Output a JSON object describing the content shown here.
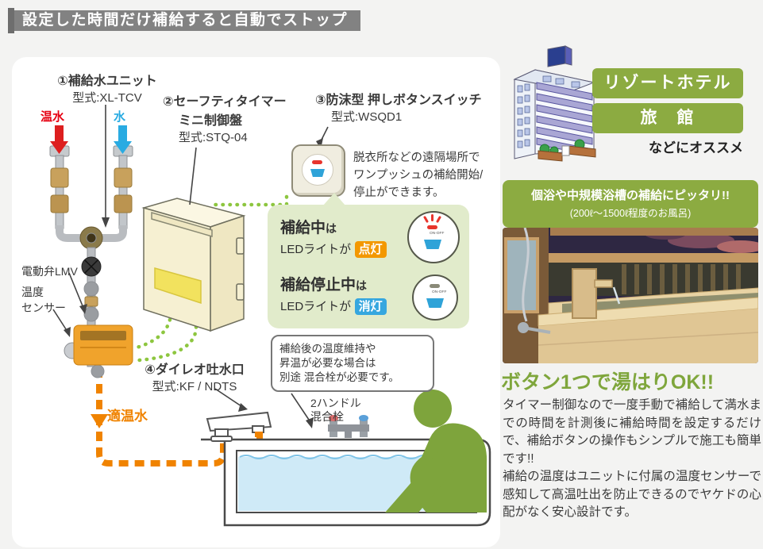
{
  "header": {
    "title": "設定した時間だけ補給すると自動でストップ"
  },
  "diagram": {
    "unit_label_line1": "①補給水ユニット",
    "unit_label_line2": "型式:XL-TCV",
    "hot_water_label": "温水",
    "cold_water_label": "水",
    "motor_valve_label": "電動弁LMV",
    "temp_sensor_label_line1": "温度",
    "temp_sensor_label_line2": "センサー",
    "timer_label_line1": "②セーフティタイマー",
    "timer_label_line2": "ミニ制御盤",
    "timer_label_line3": "型式:STQ-04",
    "switch_label_line1": "③防沫型 押しボタンスイッチ",
    "switch_label_line2": "型式:WSQD1",
    "switch_note_lines": [
      "脱衣所などの遠隔場所で",
      "ワンプッシュの補給開始/",
      "停止ができます。"
    ],
    "led_box": {
      "supplying_title": "補給中",
      "supplying_suffix": "は",
      "led_text": "LEDライトが",
      "on_badge": "点灯",
      "stopped_title": "補給停止中",
      "stopped_suffix": "は",
      "off_badge": "消灯",
      "button_text": "ON-OFF"
    },
    "mixer_note_lines": [
      "補給後の温度維持や",
      "昇温が必要な場合は",
      "別途 混合栓が必要です。"
    ],
    "mixer_label_line1": "2ハンドル",
    "mixer_label_line2": "混合栓",
    "spout_label_line1": "④ダイレオ吐水口",
    "spout_label_line2": "型式:KF / NDTS",
    "warm_water_label": "適温水"
  },
  "sidebar": {
    "tag1": "リゾートホテル",
    "tag2": "旅　館",
    "tag_note": "などにオススメ",
    "fit_line1": "個浴や中規模浴槽の補給にピッタリ!!",
    "fit_line2": "(200ℓ〜1500ℓ程度のお風呂)",
    "heading": "ボタン1つで湯はりOK!!",
    "body_line1": "タイマー制御なので一度手動で補給して満水までの時間を計測後に補給時間を設定するだけで、補給ボタンの操作もシンプルで施工も簡単です!!",
    "body_line2": "補給の温度はユニットに付属の温度センサーで感知して高温吐出を防止できるのでヤケドの心配がなく安心設計です。"
  },
  "colors": {
    "accent_green": "#8cab41",
    "dotted_green": "#8dc63f",
    "orange": "#f08300",
    "led_on_badge": "#f39800",
    "led_off_badge": "#36a7df",
    "hot_red": "#e60012",
    "cold_blue": "#29abe2",
    "header_gray": "#828282"
  }
}
